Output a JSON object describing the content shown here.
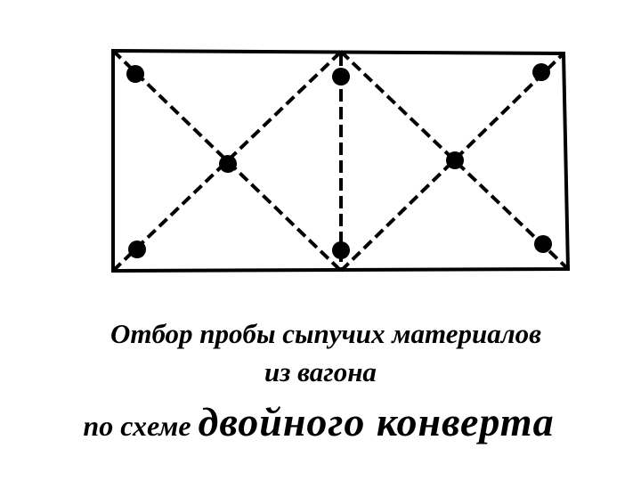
{
  "caption": {
    "line1": "Отбор пробы сыпучих материалов",
    "line2": "из вагона",
    "line3_small": "по схеме",
    "line3_large": "двойного конверта"
  },
  "colors": {
    "ink": "#000000",
    "background": "#ffffff"
  },
  "sample_point_count": 8
}
